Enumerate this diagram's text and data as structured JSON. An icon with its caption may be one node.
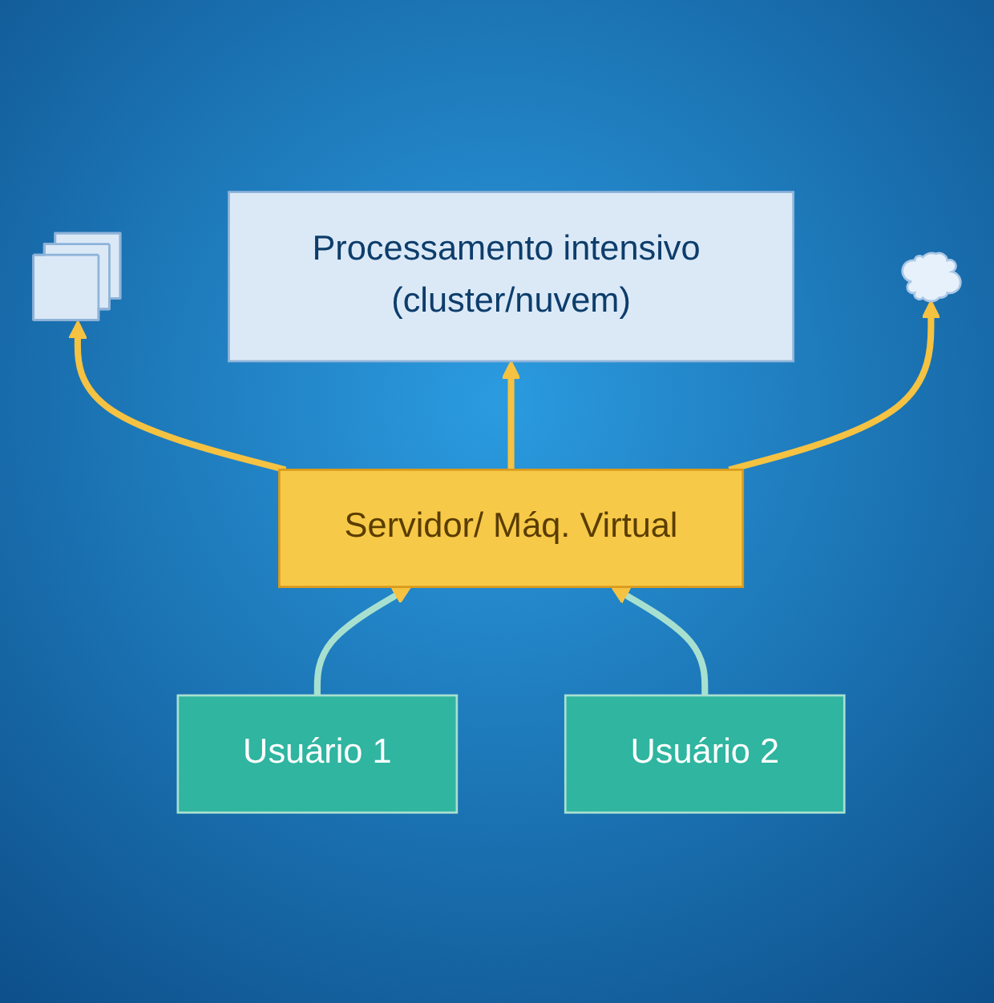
{
  "diagram": {
    "nodes": [
      {
        "text": [
          "Processamento intensivo (cluster/nuvem)"
        ]
      },
      {
        "text": [],
        "shape": "picture"
      },
      {
        "text": [],
        "shape": "cloud"
      },
      {
        "text": [
          "Servidor/ Máq. Virtual"
        ]
      },
      {
        "text": [
          "Usuário 1"
        ]
      },
      {
        "text": [
          "Usuário 2"
        ]
      }
    ],
    "edges": [
      {
        "from": 3,
        "to": 1,
        "arrow": "to",
        "color": "#f5c242"
      },
      {
        "from": 3,
        "to": 0,
        "arrow": "to",
        "color": "#f5c242"
      },
      {
        "from": 3,
        "to": 2,
        "arrow": "to",
        "color": "#f5c242"
      },
      {
        "from": 4,
        "to": 3,
        "arrow": "to",
        "color": "#a8e0d0"
      },
      {
        "from": 5,
        "to": 3,
        "arrow": "to",
        "color": "#a8e0d0"
      }
    ]
  }
}
